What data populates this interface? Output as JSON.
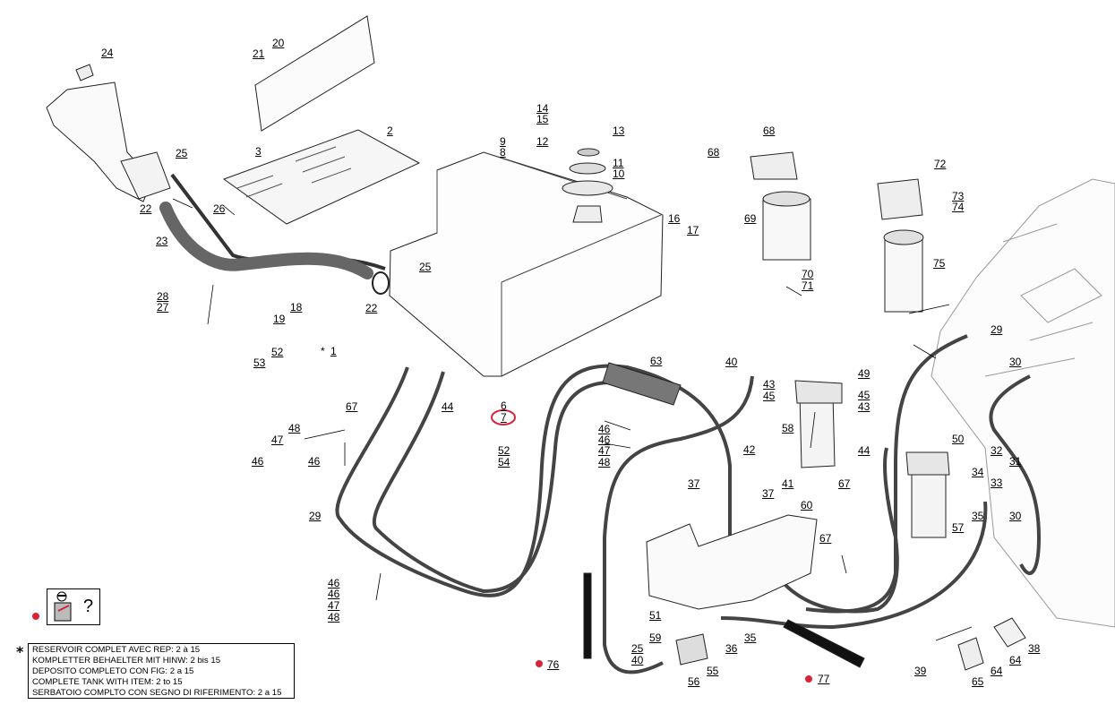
{
  "callouts": [
    {
      "id": "c24",
      "text": "24"
    },
    {
      "id": "c20",
      "text": "20"
    },
    {
      "id": "c21",
      "text": "21"
    },
    {
      "id": "c2",
      "text": "2"
    },
    {
      "id": "c3",
      "text": "3"
    },
    {
      "id": "c25a",
      "text": "25"
    },
    {
      "id": "c22a",
      "text": "22"
    },
    {
      "id": "c26",
      "text": "26"
    },
    {
      "id": "c23",
      "text": "23"
    },
    {
      "id": "c28",
      "text": "28"
    },
    {
      "id": "c27",
      "text": "27"
    },
    {
      "id": "c25b",
      "text": "25"
    },
    {
      "id": "c22b",
      "text": "22"
    },
    {
      "id": "c18",
      "text": "18"
    },
    {
      "id": "c19",
      "text": "19"
    },
    {
      "id": "c1",
      "text": "1"
    },
    {
      "id": "c52a",
      "text": "52"
    },
    {
      "id": "c53",
      "text": "53"
    },
    {
      "id": "c67a",
      "text": "67"
    },
    {
      "id": "c44a",
      "text": "44"
    },
    {
      "id": "c6",
      "text": "6"
    },
    {
      "id": "c7",
      "text": "7"
    },
    {
      "id": "c52b",
      "text": "52"
    },
    {
      "id": "c54",
      "text": "54"
    },
    {
      "id": "c48a",
      "text": "48"
    },
    {
      "id": "c47a",
      "text": "47"
    },
    {
      "id": "c46a",
      "text": "46"
    },
    {
      "id": "c46b",
      "text": "46"
    },
    {
      "id": "c29a",
      "text": "29"
    },
    {
      "id": "c46c",
      "text": "46"
    },
    {
      "id": "c46d",
      "text": "46"
    },
    {
      "id": "c47b",
      "text": "47"
    },
    {
      "id": "c48b",
      "text": "48"
    },
    {
      "id": "c14",
      "text": "14"
    },
    {
      "id": "c15",
      "text": "15"
    },
    {
      "id": "c13",
      "text": "13"
    },
    {
      "id": "c12",
      "text": "12"
    },
    {
      "id": "c9",
      "text": "9"
    },
    {
      "id": "c8",
      "text": "8"
    },
    {
      "id": "c11",
      "text": "11"
    },
    {
      "id": "c10",
      "text": "10"
    },
    {
      "id": "c16",
      "text": "16"
    },
    {
      "id": "c17",
      "text": "17"
    },
    {
      "id": "c63",
      "text": "63"
    },
    {
      "id": "c46e",
      "text": "46"
    },
    {
      "id": "c46f",
      "text": "46"
    },
    {
      "id": "c47c",
      "text": "47"
    },
    {
      "id": "c48c",
      "text": "48"
    },
    {
      "id": "c37a",
      "text": "37"
    },
    {
      "id": "c37b",
      "text": "37"
    },
    {
      "id": "c42",
      "text": "42"
    },
    {
      "id": "c41",
      "text": "41"
    },
    {
      "id": "c40a",
      "text": "40"
    },
    {
      "id": "c43a",
      "text": "43"
    },
    {
      "id": "c45a",
      "text": "45"
    },
    {
      "id": "c49",
      "text": "49"
    },
    {
      "id": "c58",
      "text": "58"
    },
    {
      "id": "c45b",
      "text": "45"
    },
    {
      "id": "c43b",
      "text": "43"
    },
    {
      "id": "c44b",
      "text": "44"
    },
    {
      "id": "c68a",
      "text": "68"
    },
    {
      "id": "c68b",
      "text": "68"
    },
    {
      "id": "c69",
      "text": "69"
    },
    {
      "id": "c70",
      "text": "70"
    },
    {
      "id": "c71",
      "text": "71"
    },
    {
      "id": "c72",
      "text": "72"
    },
    {
      "id": "c73",
      "text": "73"
    },
    {
      "id": "c74",
      "text": "74"
    },
    {
      "id": "c75",
      "text": "75"
    },
    {
      "id": "c29b",
      "text": "29"
    },
    {
      "id": "c30a",
      "text": "30"
    },
    {
      "id": "c50",
      "text": "50"
    },
    {
      "id": "c32",
      "text": "32"
    },
    {
      "id": "c31",
      "text": "31"
    },
    {
      "id": "c34",
      "text": "34"
    },
    {
      "id": "c33",
      "text": "33"
    },
    {
      "id": "c35a",
      "text": "35"
    },
    {
      "id": "c30b",
      "text": "30"
    },
    {
      "id": "c57",
      "text": "57"
    },
    {
      "id": "c67b",
      "text": "67"
    },
    {
      "id": "c60",
      "text": "60"
    },
    {
      "id": "c67c",
      "text": "67"
    },
    {
      "id": "c51",
      "text": "51"
    },
    {
      "id": "c59",
      "text": "59"
    },
    {
      "id": "c25c",
      "text": "25"
    },
    {
      "id": "c40b",
      "text": "40"
    },
    {
      "id": "c36",
      "text": "36"
    },
    {
      "id": "c35b",
      "text": "35"
    },
    {
      "id": "c55",
      "text": "55"
    },
    {
      "id": "c56",
      "text": "56"
    },
    {
      "id": "c76",
      "text": "76"
    },
    {
      "id": "c77",
      "text": "77"
    },
    {
      "id": "c38",
      "text": "38"
    },
    {
      "id": "c64a",
      "text": "64"
    },
    {
      "id": "c64b",
      "text": "64"
    },
    {
      "id": "c39",
      "text": "39"
    },
    {
      "id": "c65",
      "text": "65"
    }
  ],
  "legend": {
    "marker": "*",
    "lines": [
      "RESERVOIR COMPLET AVEC REP: 2 à 15",
      "KOMPLETTER BEHAELTER MIT HINW: 2 bis 15",
      "DEPOSITO COMPLETO CON FIG: 2 a 15",
      "COMPLETE TANK WITH ITEM: 2 to 15",
      "SERBATOIO COMPLTO CON SEGNO DI RIFERIMENTO: 2 a 15"
    ]
  },
  "help_icon": {
    "name": "mechanic-help-icon",
    "glyph": "?"
  },
  "tank_star": "*",
  "highlight_color": "#d6243a"
}
